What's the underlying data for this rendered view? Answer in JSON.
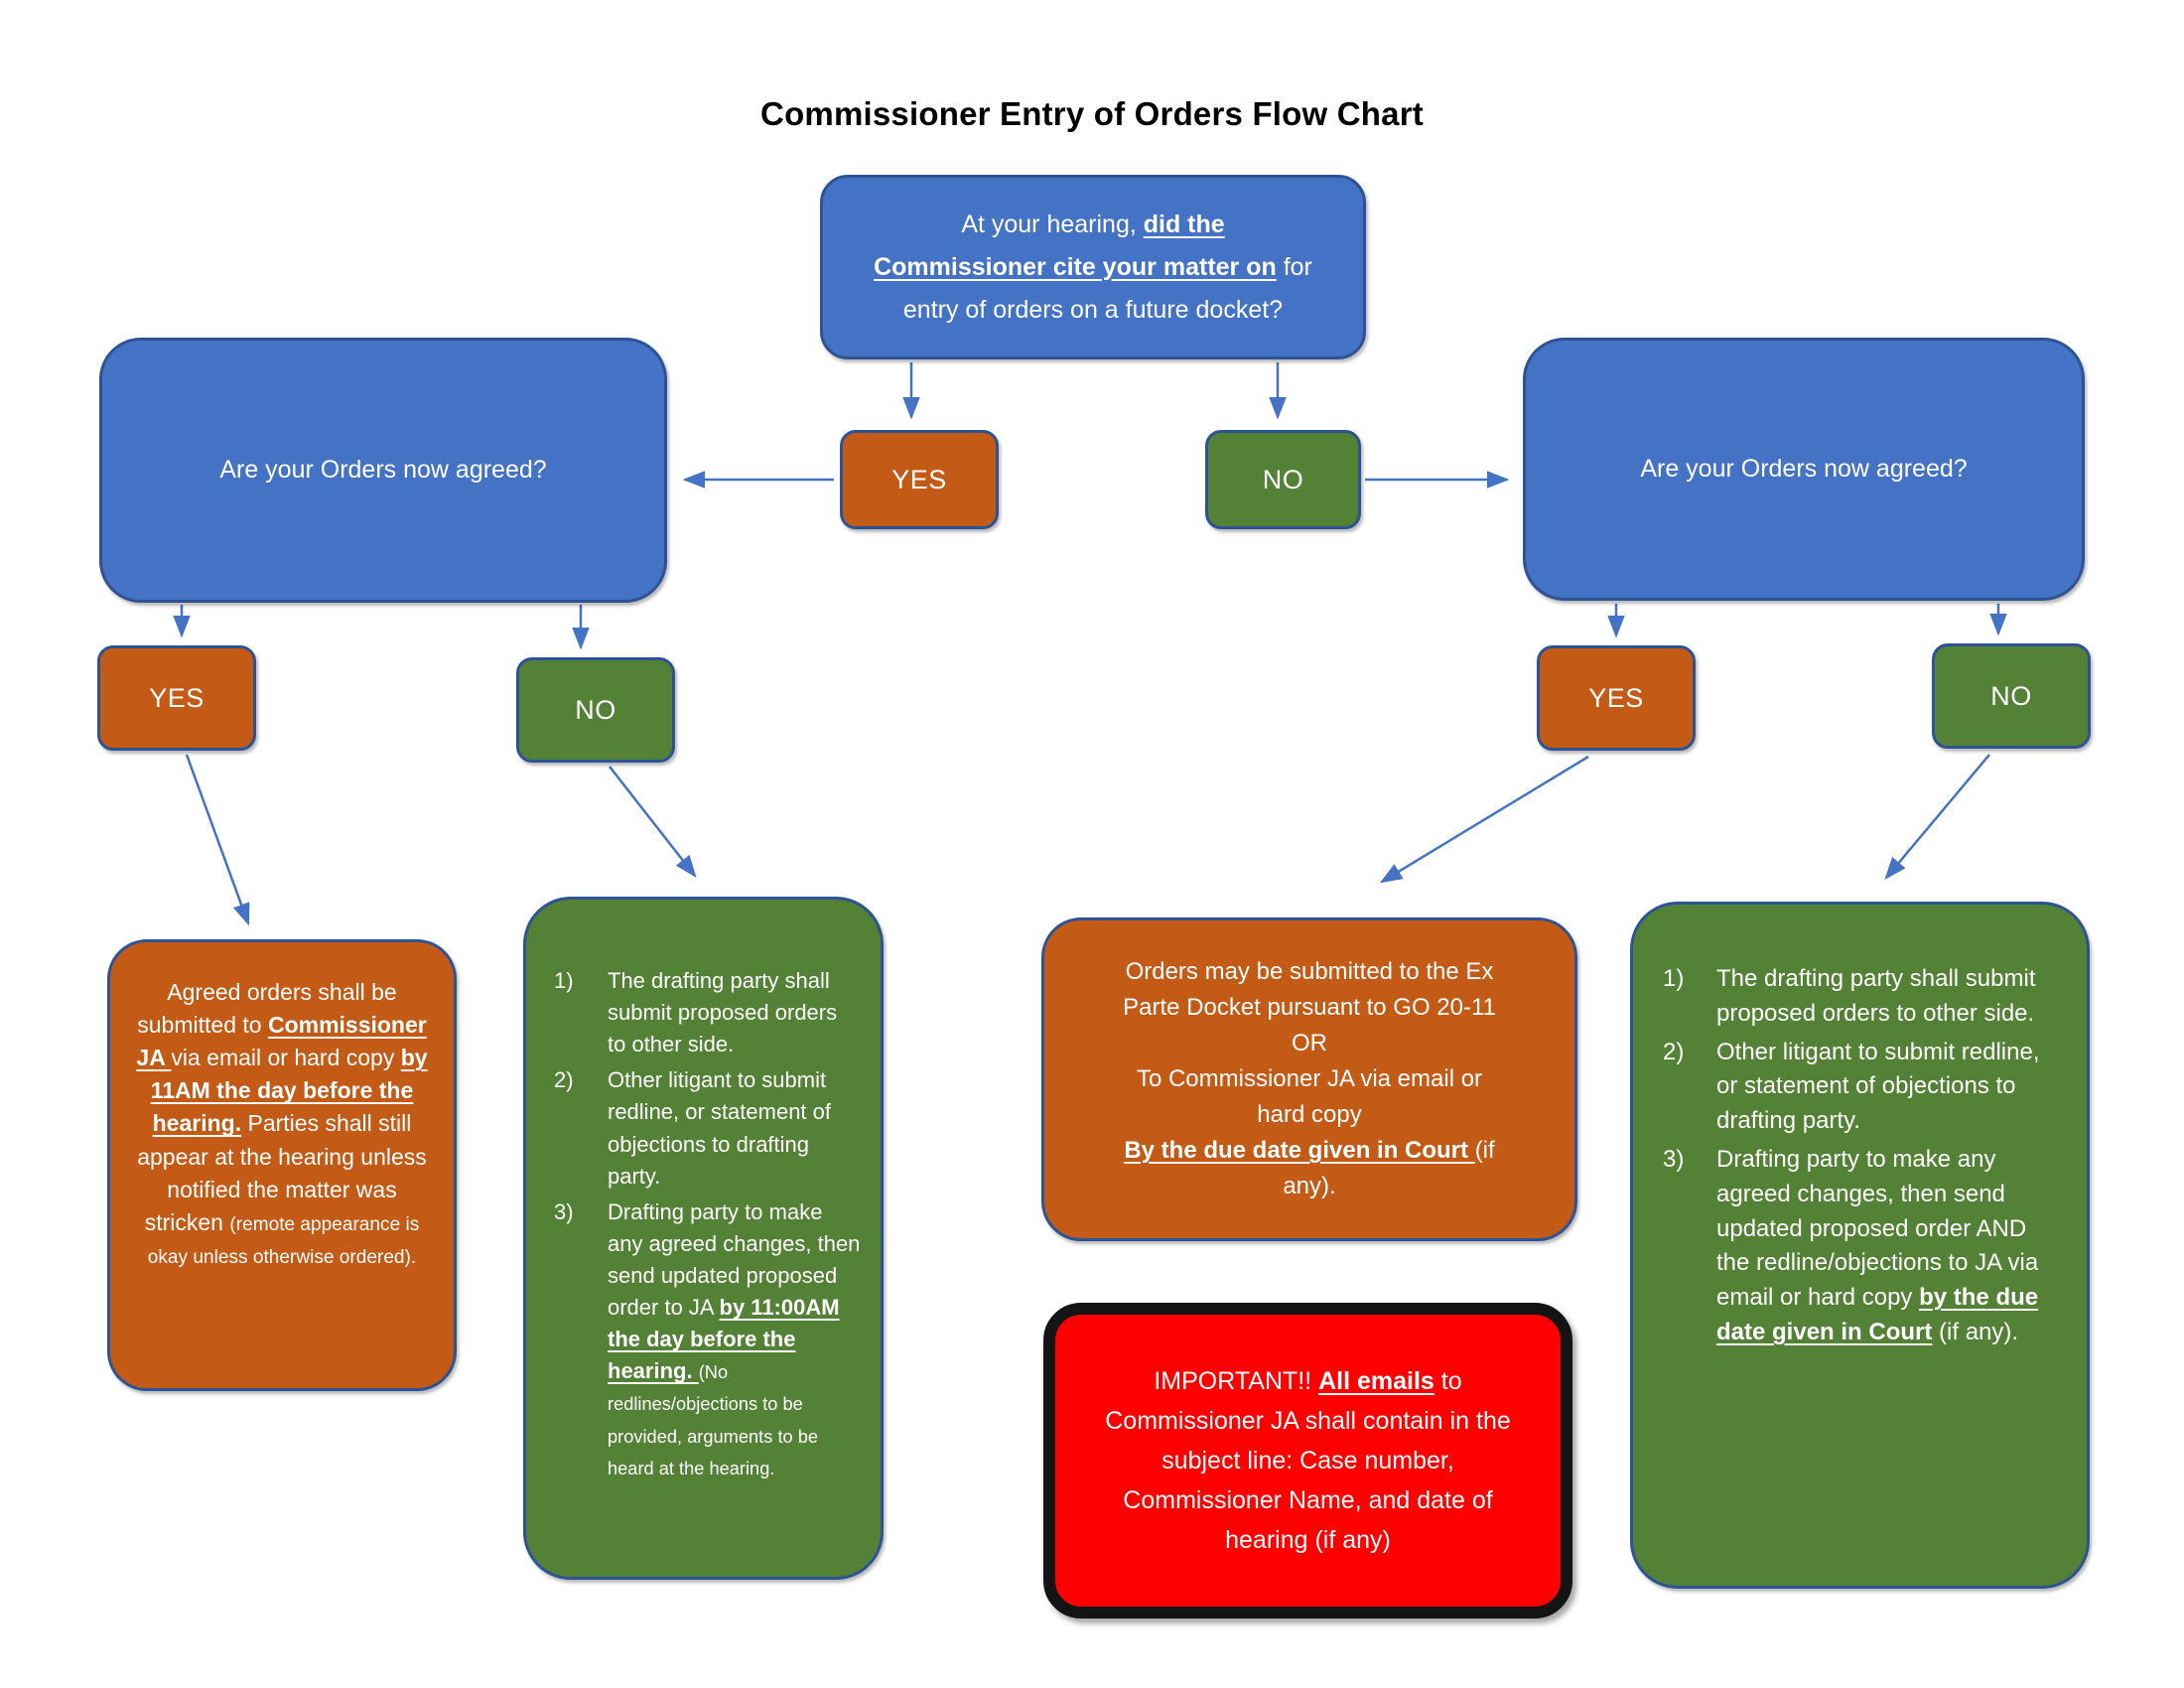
{
  "title": "Commissioner Entry of Orders Flow Chart",
  "colors": {
    "blue": "#4472C4",
    "orange": "#C35A15",
    "green": "#538135",
    "red": "#FE0000",
    "edge": "#2E5395",
    "arrow": "#4472C4"
  },
  "nodes": {
    "top_question": {
      "segments": [
        {
          "t": "At your hearing, "
        },
        {
          "t": "did the",
          "b": 1,
          "u": 1
        },
        {
          "br": 1
        },
        {
          "t": "Commissioner cite your matter on",
          "b": 1,
          "u": 1
        },
        {
          "t": " for"
        },
        {
          "br": 1
        },
        {
          "t": "entry of orders on a future docket?"
        }
      ]
    },
    "mid_yes": {
      "label": "YES"
    },
    "mid_no": {
      "label": "NO"
    },
    "left_question": {
      "text": "Are your Orders now agreed?"
    },
    "right_question": {
      "text": "Are your Orders now agreed?"
    },
    "left_yes": {
      "label": "YES"
    },
    "left_no": {
      "label": "NO"
    },
    "right_yes": {
      "label": "YES"
    },
    "right_no": {
      "label": "NO"
    },
    "agreed_orders": {
      "segments": [
        {
          "t": "Agreed orders shall be submitted to "
        },
        {
          "t": "Commissioner JA ",
          "b": 1,
          "u": 1
        },
        {
          "t": "via email or hard copy "
        },
        {
          "t": "by 11AM the day before the hearing.",
          "b": 1,
          "u": 1
        },
        {
          "t": "  Parties shall still appear at the hearing unless notified the matter was stricken "
        },
        {
          "t": "(remote appearance is okay unless otherwise ordered).",
          "sm": 1
        }
      ]
    },
    "left_steps": {
      "items": [
        {
          "segments": [
            {
              "t": "The drafting party shall submit proposed orders to other side."
            }
          ]
        },
        {
          "segments": [
            {
              "t": "Other litigant to submit redline, or statement of objections to drafting party."
            }
          ]
        },
        {
          "segments": [
            {
              "t": "Drafting party to make any agreed changes, then send updated proposed order to JA "
            },
            {
              "t": "by 11:00AM the day before the hearing.  ",
              "b": 1,
              "u": 1
            },
            {
              "t": "(No redlines/objections to be provided, arguments to be heard at the hearing.",
              "sm": 1
            }
          ]
        }
      ]
    },
    "ex_parte": {
      "segments": [
        {
          "t": "Orders may be submitted to the Ex"
        },
        {
          "br": 1
        },
        {
          "t": "Parte Docket pursuant to GO 20-11"
        },
        {
          "br": 1
        },
        {
          "t": "OR"
        },
        {
          "br": 1
        },
        {
          "t": "To Commissioner JA via email or"
        },
        {
          "br": 1
        },
        {
          "t": "hard copy"
        },
        {
          "br": 1
        },
        {
          "t": "By the due date given in Court ",
          "b": 1,
          "u": 1
        },
        {
          "t": "(if"
        },
        {
          "br": 1
        },
        {
          "t": "any)."
        }
      ]
    },
    "important_note": {
      "segments": [
        {
          "t": "IMPORTANT!!  "
        },
        {
          "t": "All emails",
          "b": 1,
          "u": 1
        },
        {
          "t": " to"
        },
        {
          "br": 1
        },
        {
          "t": "Commissioner JA shall contain in the"
        },
        {
          "br": 1
        },
        {
          "t": "subject line:  Case number,"
        },
        {
          "br": 1
        },
        {
          "t": "Commissioner Name, and date of"
        },
        {
          "br": 1
        },
        {
          "t": "hearing (if any)"
        }
      ]
    },
    "right_steps": {
      "items": [
        {
          "segments": [
            {
              "t": "The drafting party shall submit proposed orders to other side."
            }
          ]
        },
        {
          "segments": [
            {
              "t": "Other litigant to submit redline, or statement of objections to drafting party."
            }
          ]
        },
        {
          "segments": [
            {
              "t": "Drafting party to make any agreed changes, then send updated proposed order AND the redline/objections to JA via email or hard copy "
            },
            {
              "t": "by the due date given in Court",
              "b": 1,
              "u": 1
            },
            {
              "t": " (if any)."
            }
          ]
        }
      ]
    }
  }
}
